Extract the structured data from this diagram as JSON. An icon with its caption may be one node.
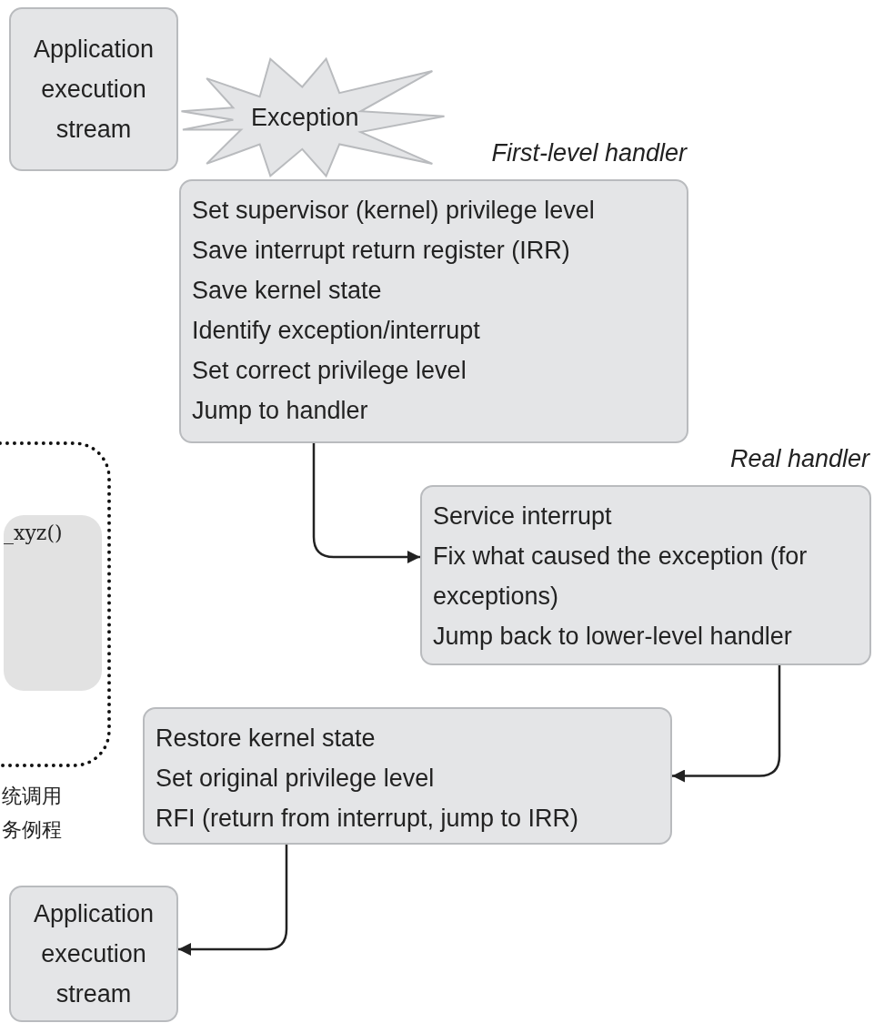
{
  "diagram": {
    "nodes": [
      {
        "text": [
          "Application execution stream"
        ]
      },
      {
        "text": [
          "Exception"
        ]
      },
      {
        "text": [
          "First-level handler",
          "Set supervisor (kernel) privilege level",
          "Save interrupt return register (IRR)",
          "Save kernel state",
          "Identify exception/interrupt",
          "Set correct privilege level",
          "Jump to handler"
        ]
      },
      {
        "text": [
          "Real handler",
          "Service interrupt",
          "Fix what caused the exception (for exceptions)",
          "Jump back to lower-level handler"
        ]
      },
      {
        "text": [
          "Restore kernel state",
          "Set original privilege level",
          "RFI (return from interrupt, jump to IRR)"
        ]
      },
      {
        "text": [
          "Application execution stream"
        ]
      },
      {
        "text": [],
        "shape": "box"
      },
      {
        "text": [
          "_xyz()"
        ],
        "in": 6
      }
    ],
    "edges": [
      {
        "from": 2,
        "to": 3,
        "arrow": "to"
      },
      {
        "from": 3,
        "to": 4,
        "arrow": "to"
      },
      {
        "from": 4,
        "to": 5,
        "arrow": "to"
      }
    ],
    "labels": [
      "统调用",
      "务例程"
    ]
  }
}
